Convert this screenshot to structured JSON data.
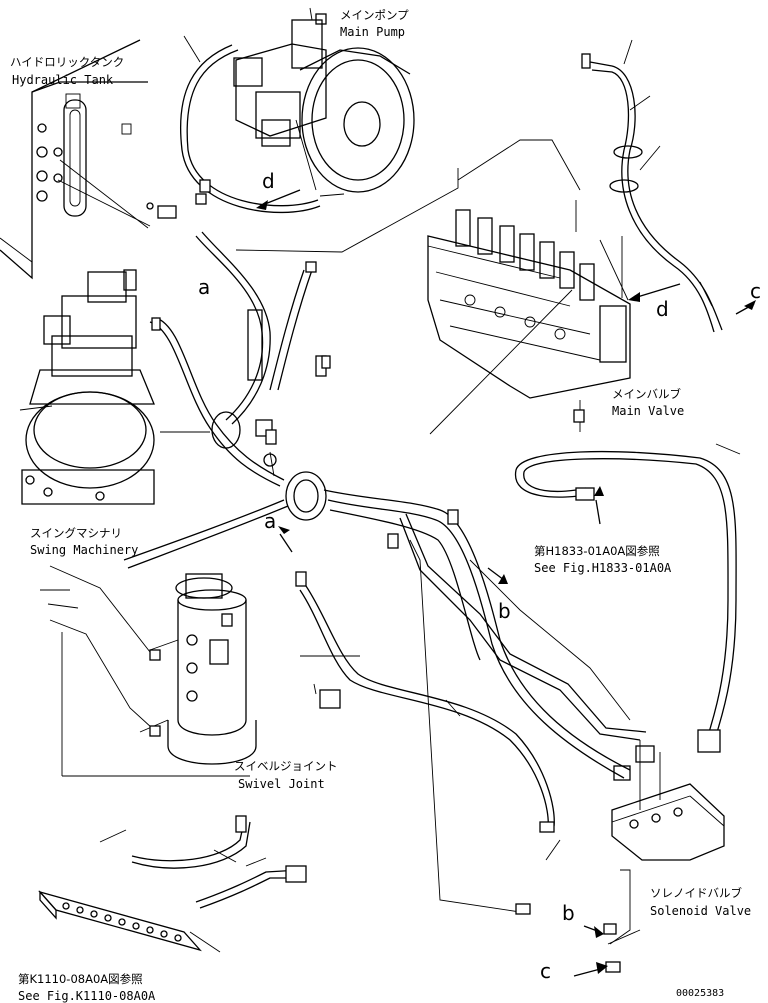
{
  "labels": {
    "main_pump_jp": "メインポンプ",
    "main_pump_en": "Main Pump",
    "tank_jp": "ハイドロリックタンク",
    "tank_en": "Hydraulic Tank",
    "main_valve_jp": "メインバルブ",
    "main_valve_en": "Main Valve",
    "swing_jp": "スイングマシナリ",
    "swing_en": "Swing Machinery",
    "swivel_jp": "スイベルジョイント",
    "swivel_en": "Swivel Joint",
    "solenoid_jp": "ソレノイドバルブ",
    "solenoid_en": "Solenoid Valve",
    "ref1_jp": "第H1833-01A0A図参照",
    "ref1_en": "See Fig.H1833-01A0A",
    "ref2_jp": "第K1110-08A0A図参照",
    "ref2_en": "See Fig.K1110-08A0A",
    "drawing_no": "00025383"
  },
  "connection_letters": {
    "a1": "a",
    "a2": "a",
    "b1": "b",
    "b2": "b",
    "c1": "c",
    "c2": "c",
    "d1": "d",
    "d2": "d"
  }
}
